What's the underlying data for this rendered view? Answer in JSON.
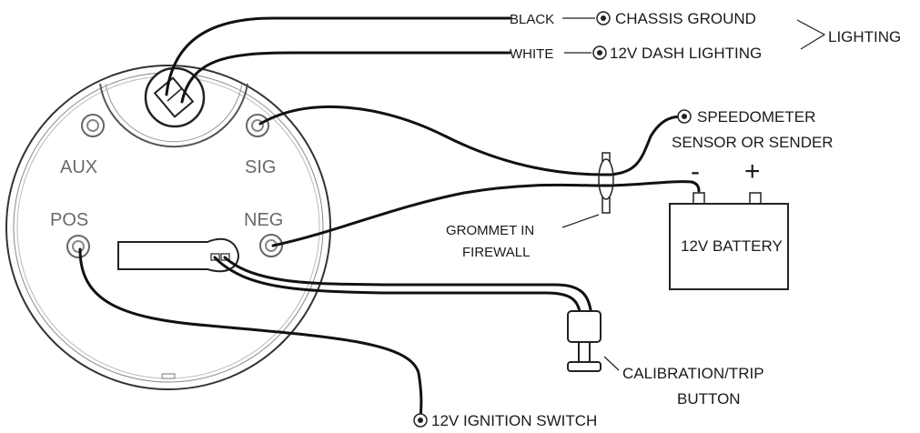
{
  "gauge": {
    "terminals": {
      "aux": "AUX",
      "sig": "SIG",
      "pos": "POS",
      "neg": "NEG"
    }
  },
  "labels": {
    "black": "BLACK",
    "white": "WHITE",
    "chassis_ground": "CHASSIS GROUND",
    "dash_lighting": "12V DASH LIGHTING",
    "lighting": "LIGHTING",
    "speedometer_line1": "SPEEDOMETER",
    "speedometer_line2": "SENSOR OR SENDER",
    "battery": "12V BATTERY",
    "battery_neg": "-",
    "battery_pos": "+",
    "grommet_line1": "GROMMET IN",
    "grommet_line2": "FIREWALL",
    "button_line1": "CALIBRATION/TRIP",
    "button_line2": "BUTTON",
    "ignition": "12V IGNITION SWITCH"
  }
}
